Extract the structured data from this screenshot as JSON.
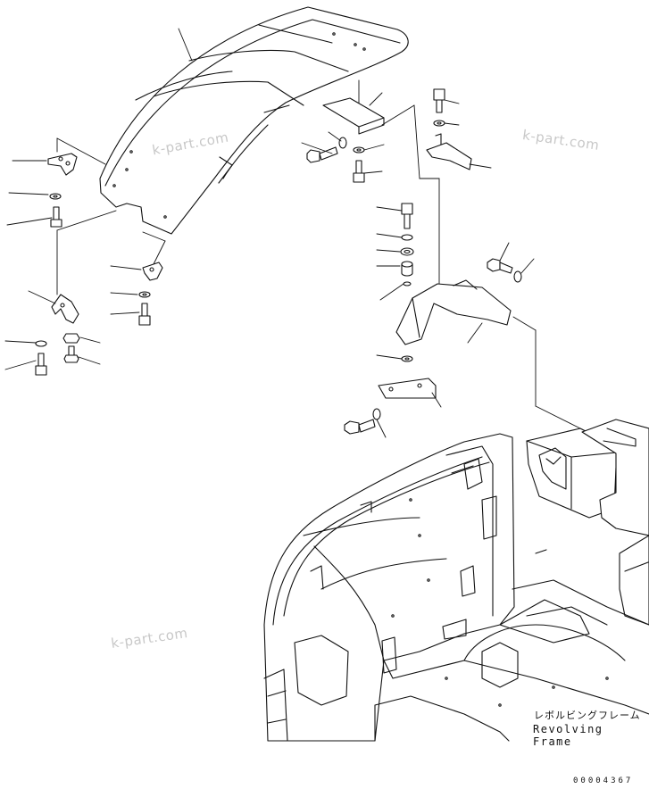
{
  "watermarks": [
    "k-part.com",
    "k-part.com",
    "k-part.com"
  ],
  "frame_label_jp": "レボルビングフレーム",
  "frame_label_en": "Revolving Frame",
  "drawing_number": "00004367"
}
